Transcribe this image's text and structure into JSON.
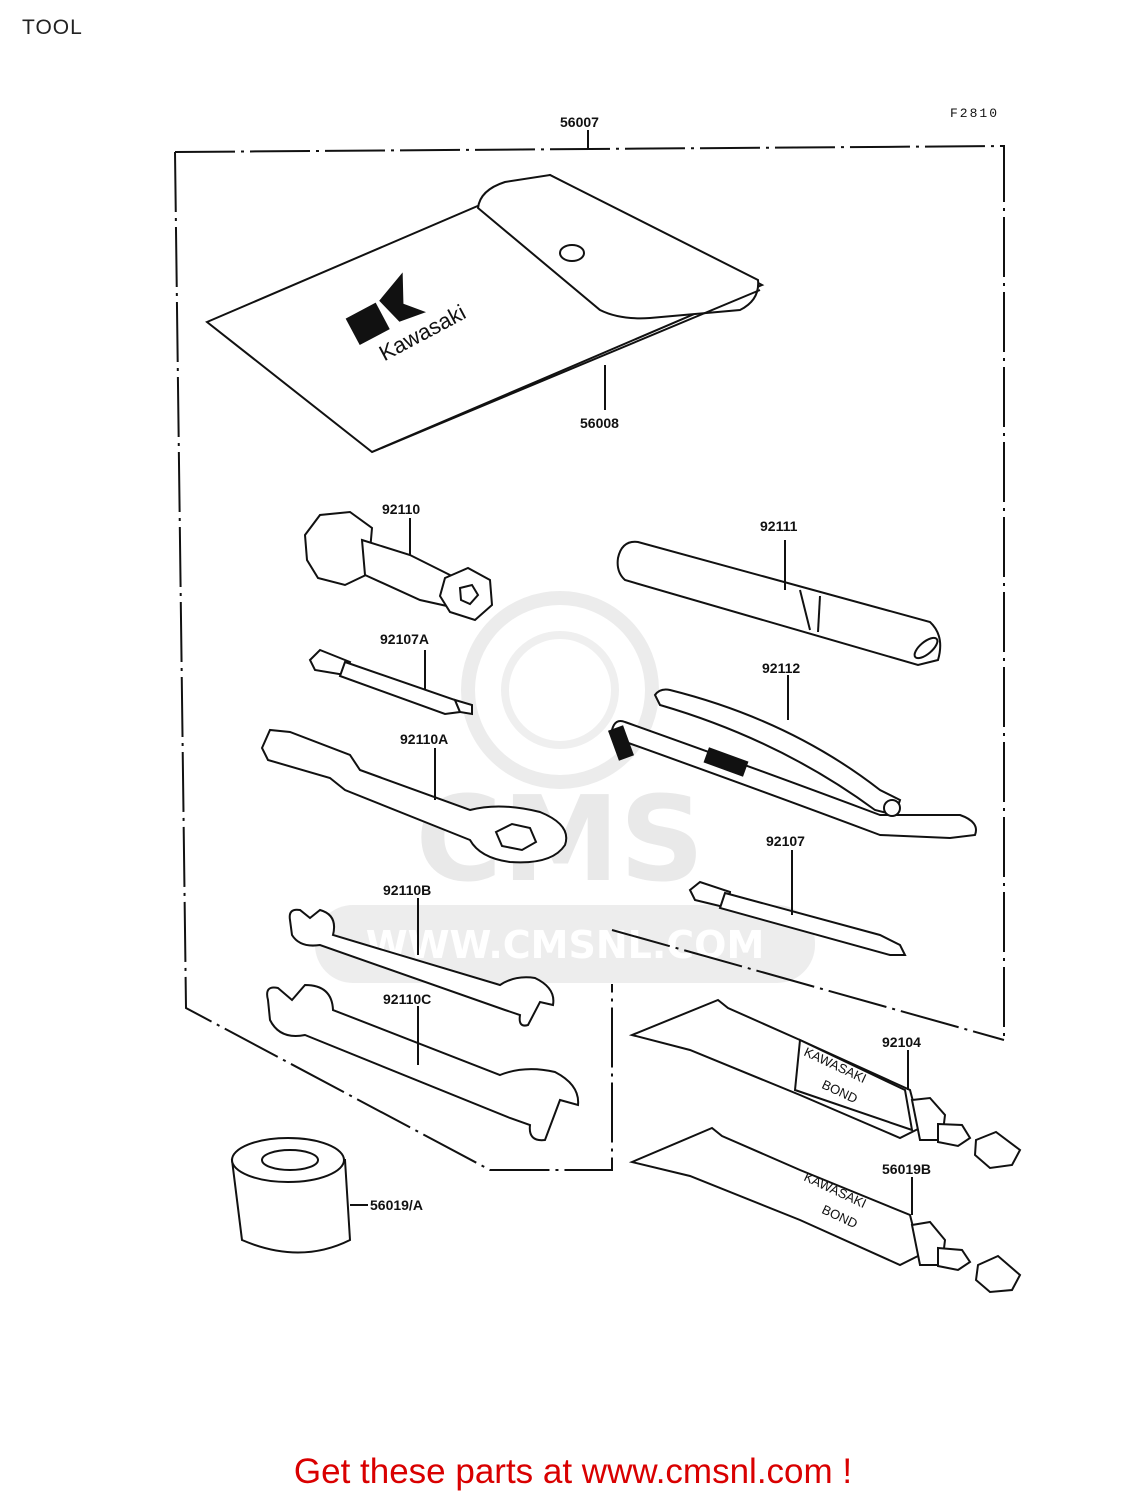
{
  "page": {
    "title": "TOOL",
    "figure_code": "F2810"
  },
  "watermark": {
    "brand": "CMS",
    "url": "WWW.CMSNL.COM"
  },
  "parts": {
    "kit": "56007",
    "pouch": "56008",
    "plug_wrench": "92110",
    "handle": "92111",
    "driver_bit_a": "92107A",
    "pliers": "92112",
    "box_wrench": "92110A",
    "screwdriver": "92107",
    "wrench_b": "92110B",
    "wrench_c": "92110C",
    "bond_tube": "92104",
    "grease_can": "56019/A",
    "bond_tube_b": "56019B"
  },
  "pouch_logo": {
    "brand": "Kawasaki"
  },
  "tube_label": {
    "line1": "KAWASAKI",
    "line2": "BOND"
  },
  "footer": {
    "cta": "Get these parts at www.cmsnl.com !"
  }
}
